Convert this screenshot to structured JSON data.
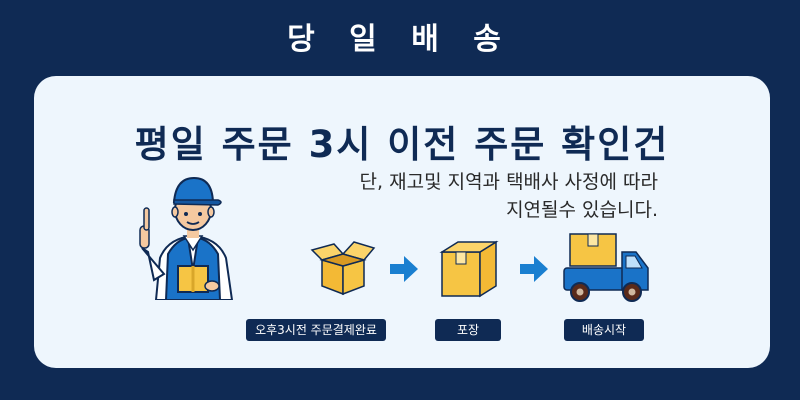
{
  "banner": {
    "title": "당 일 배 송",
    "headline": "평일 주문 3시 이전 주문 확인건",
    "note_line1": "단, 재고및 지역과  택배사 사정에 따라",
    "note_line2": "지연될수 있습니다."
  },
  "steps": [
    {
      "label": "오후3시전 주문결제완료",
      "icon": "open-box-icon"
    },
    {
      "label": "포장",
      "icon": "closed-box-icon"
    },
    {
      "label": "배송시작",
      "icon": "delivery-truck-icon"
    }
  ],
  "colors": {
    "navy": "#0f2a54",
    "card": "#eef6fd",
    "box": "#f6c544",
    "truck": "#1a73c8",
    "arrow": "#1a7fd0"
  }
}
